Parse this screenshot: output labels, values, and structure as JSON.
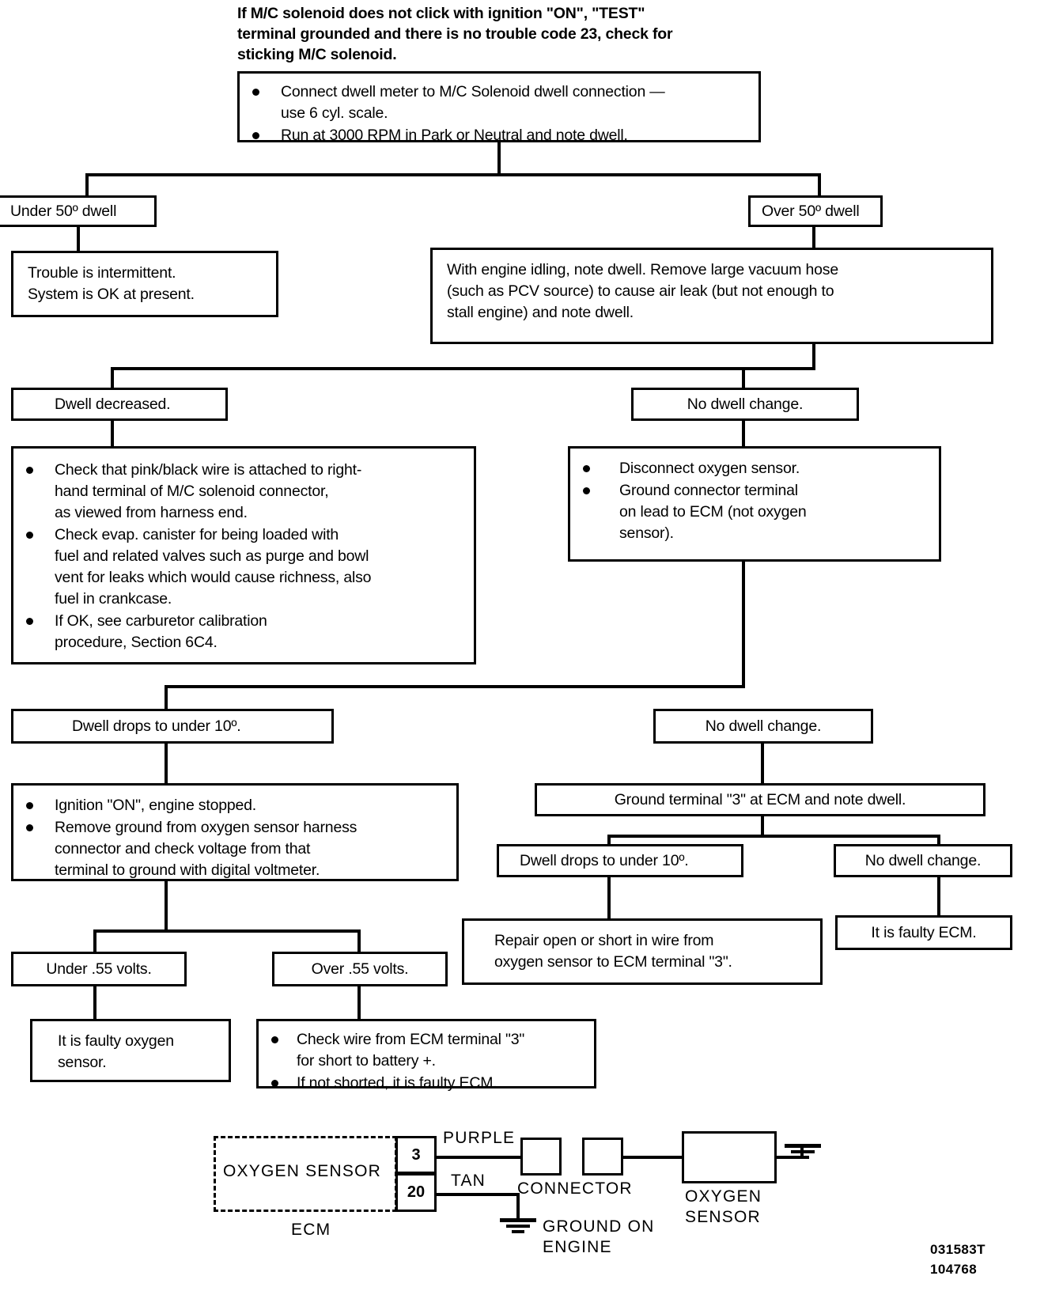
{
  "document": {
    "intro_note": "If M/C solenoid does not click with ignition \"ON\", \"TEST\"\nterminal grounded and there is no trouble code 23, check for\nsticking M/C solenoid.",
    "figure_code_top": "031583T",
    "figure_code_bottom": "104768"
  },
  "flow": {
    "step_1": {
      "bullets": [
        "Connect dwell meter to M/C Solenoid dwell connection —\nuse 6 cyl. scale.",
        "Run at 3000 RPM in Park or Neutral and note dwell."
      ]
    },
    "branch_dwell": {
      "under": "Under 50º dwell",
      "over": "Over 50º dwell"
    },
    "intermittent": "Trouble is intermittent.\nSystem is OK at present.",
    "vacuum_test": "With engine idling, note dwell. Remove large vacuum hose\n(such as PCV source) to cause air leak (but not enough to\nstall engine) and note dwell.",
    "dwell_decreased": "Dwell decreased.",
    "no_dwell_change_1": "No dwell change.",
    "check_pink_black": {
      "bullets": [
        "Check that pink/black wire is attached to right-\nhand terminal of M/C solenoid connector,\nas viewed from harness end.",
        "Check evap. canister for being loaded with\nfuel and related valves such as purge and bowl\nvent for leaks which would cause richness, also\nfuel in crankcase.",
        "If OK, see carburetor calibration\nprocedure, Section 6C4."
      ]
    },
    "disconnect_o2": {
      "bullets": [
        "Disconnect oxygen sensor.",
        "Ground connector terminal\non lead to ECM (not oxygen\nsensor)."
      ]
    },
    "dwell_drops_10_left": "Dwell drops to under 10º.",
    "no_dwell_change_2": "No dwell change.",
    "ignition_on": {
      "bullets": [
        "Ignition \"ON\", engine stopped.",
        "Remove ground from oxygen sensor harness\nconnector and check voltage from that\nterminal to ground with digital voltmeter."
      ]
    },
    "ground_terminal_3": "Ground terminal \"3\" at ECM and note dwell.",
    "dwell_drops_10_right": "Dwell drops to under 10º.",
    "no_dwell_change_3": "No dwell change.",
    "repair_open_short": "Repair open or short in wire from\noxygen sensor to ECM terminal \"3\".",
    "faulty_ecm_right": "It is faulty ECM.",
    "under_55_volts": "Under .55 volts.",
    "over_55_volts": "Over .55 volts.",
    "faulty_oxygen_sensor": "It is faulty oxygen\nsensor.",
    "check_wire_ecm": {
      "bullets": [
        "Check wire from ECM terminal \"3\"\nfor short to battery +.",
        "If not shorted, it is faulty ECM."
      ]
    }
  },
  "wiring": {
    "ecm_block_label": "OXYGEN SENSOR",
    "ecm_caption": "ECM",
    "pin_top": "3",
    "pin_bottom": "20",
    "wire_purple": "PURPLE",
    "wire_tan": "TAN",
    "connector_label": "CONNECTOR",
    "ground_label": "GROUND ON\nENGINE",
    "oxygen_sensor_label": "OXYGEN\nSENSOR"
  }
}
